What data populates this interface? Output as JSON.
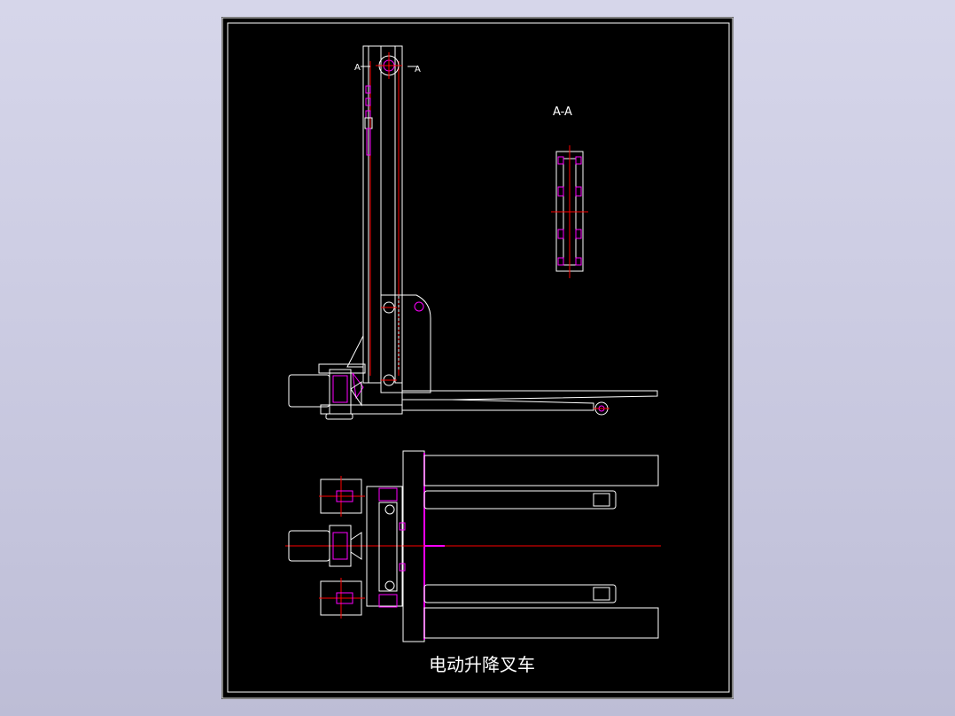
{
  "drawing": {
    "title": "电动升降叉车",
    "section_view_label": "A-A",
    "section_marker_left": "A",
    "section_marker_right": "A"
  },
  "colors": {
    "background": "#000000",
    "outline": "#ffffff",
    "centerline": "#ff0000",
    "highlight": "#ff00ff",
    "desktop": "#cccce0"
  }
}
